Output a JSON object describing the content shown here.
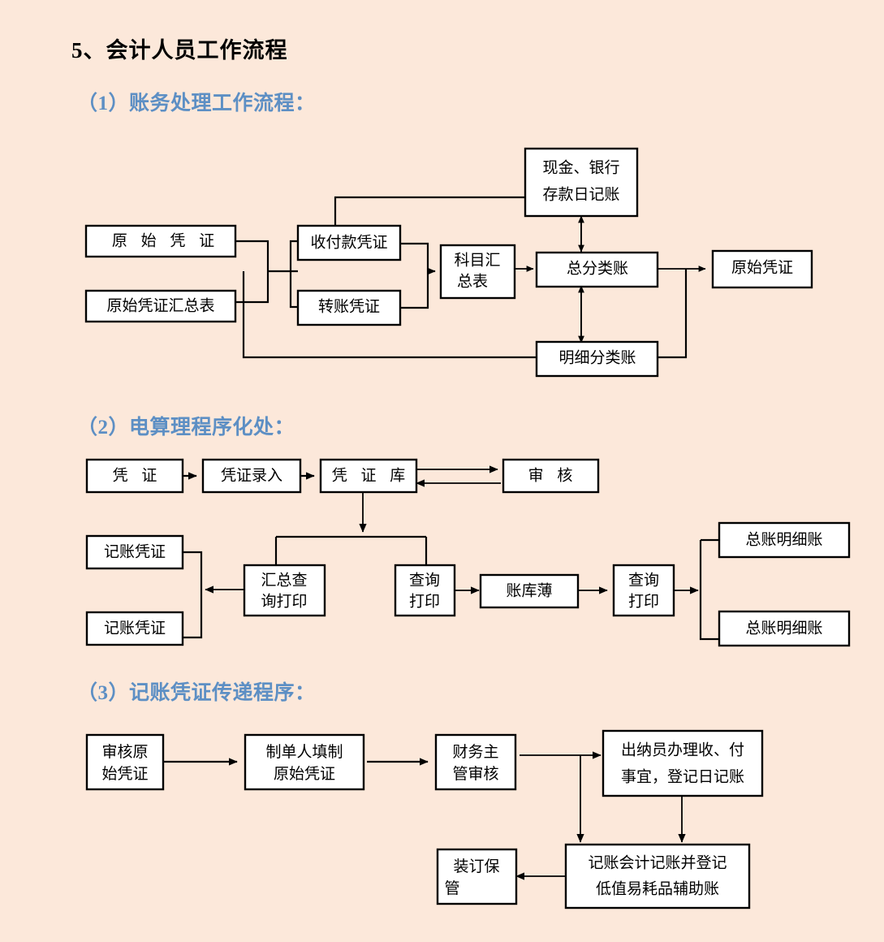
{
  "document": {
    "heading": "5、会计人员工作流程",
    "sections": [
      {
        "id": "s1",
        "heading": "（1）账务处理工作流程："
      },
      {
        "id": "s2",
        "heading": "（2）电算理程序化处："
      },
      {
        "id": "s3",
        "heading": "（3）记账凭证传递程序："
      }
    ]
  },
  "colors": {
    "page_background": "#fce8da",
    "heading_text": "#000000",
    "subheading_text": "#5d8fc4",
    "box_fill": "#ffffff",
    "box_stroke": "#000000",
    "connector": "#000000"
  },
  "flow1": {
    "name": "账务处理工作流程",
    "nodes": {
      "yuanshi_pingzheng": "原 始 凭 证",
      "yuanshi_huizongbiao": "原始凭证汇总表",
      "shoufukuan": "收付款凭证",
      "zhuanzhang": "转账凭证",
      "kemu_huizong_l1": "科目汇",
      "kemu_huizong_l2": "总表",
      "xianjin_l1": "现金、银行",
      "xianjin_l2": "存款日记账",
      "zongfenlei": "总分类账",
      "mingxifenlei": "明细分类账",
      "yuanshi_out": "原始凭证"
    }
  },
  "flow2": {
    "name": "电算理程序化处",
    "nodes": {
      "pingzheng": "凭 证",
      "pingzheng_luru": "凭证录入",
      "pingzhengku": "凭 证 库",
      "shenhe": "审 核",
      "jizhang_pz_1": "记账凭证",
      "jizhang_pz_2": "记账凭证",
      "huizong_l1": "汇总查",
      "huizong_l2": "询打印",
      "chaxun1_l1": "查询",
      "chaxun1_l2": "打印",
      "zhangkubo": "账库薄",
      "chaxun2_l1": "查询",
      "chaxun2_l2": "打印",
      "zongzhang_1": "总账明细账",
      "zongzhang_2": "总账明细账"
    }
  },
  "flow3": {
    "name": "记账凭证传递程序",
    "nodes": {
      "shenhe_l1": "审核原",
      "shenhe_l2": "始凭证",
      "zhidan_l1": "制单人填制",
      "zhidan_l2": "原始凭证",
      "caiwu_l1": "财务主",
      "caiwu_l2": "管审核",
      "chuna_l1": "出纳员办理收、付",
      "chuna_l2": "事宜，登记日记账",
      "jizhang_l1": "记账会计记账并登记",
      "jizhang_l2": "低值易耗品辅助账",
      "zhuangding_l1": "装订保",
      "zhuangding_l2": "管"
    }
  }
}
